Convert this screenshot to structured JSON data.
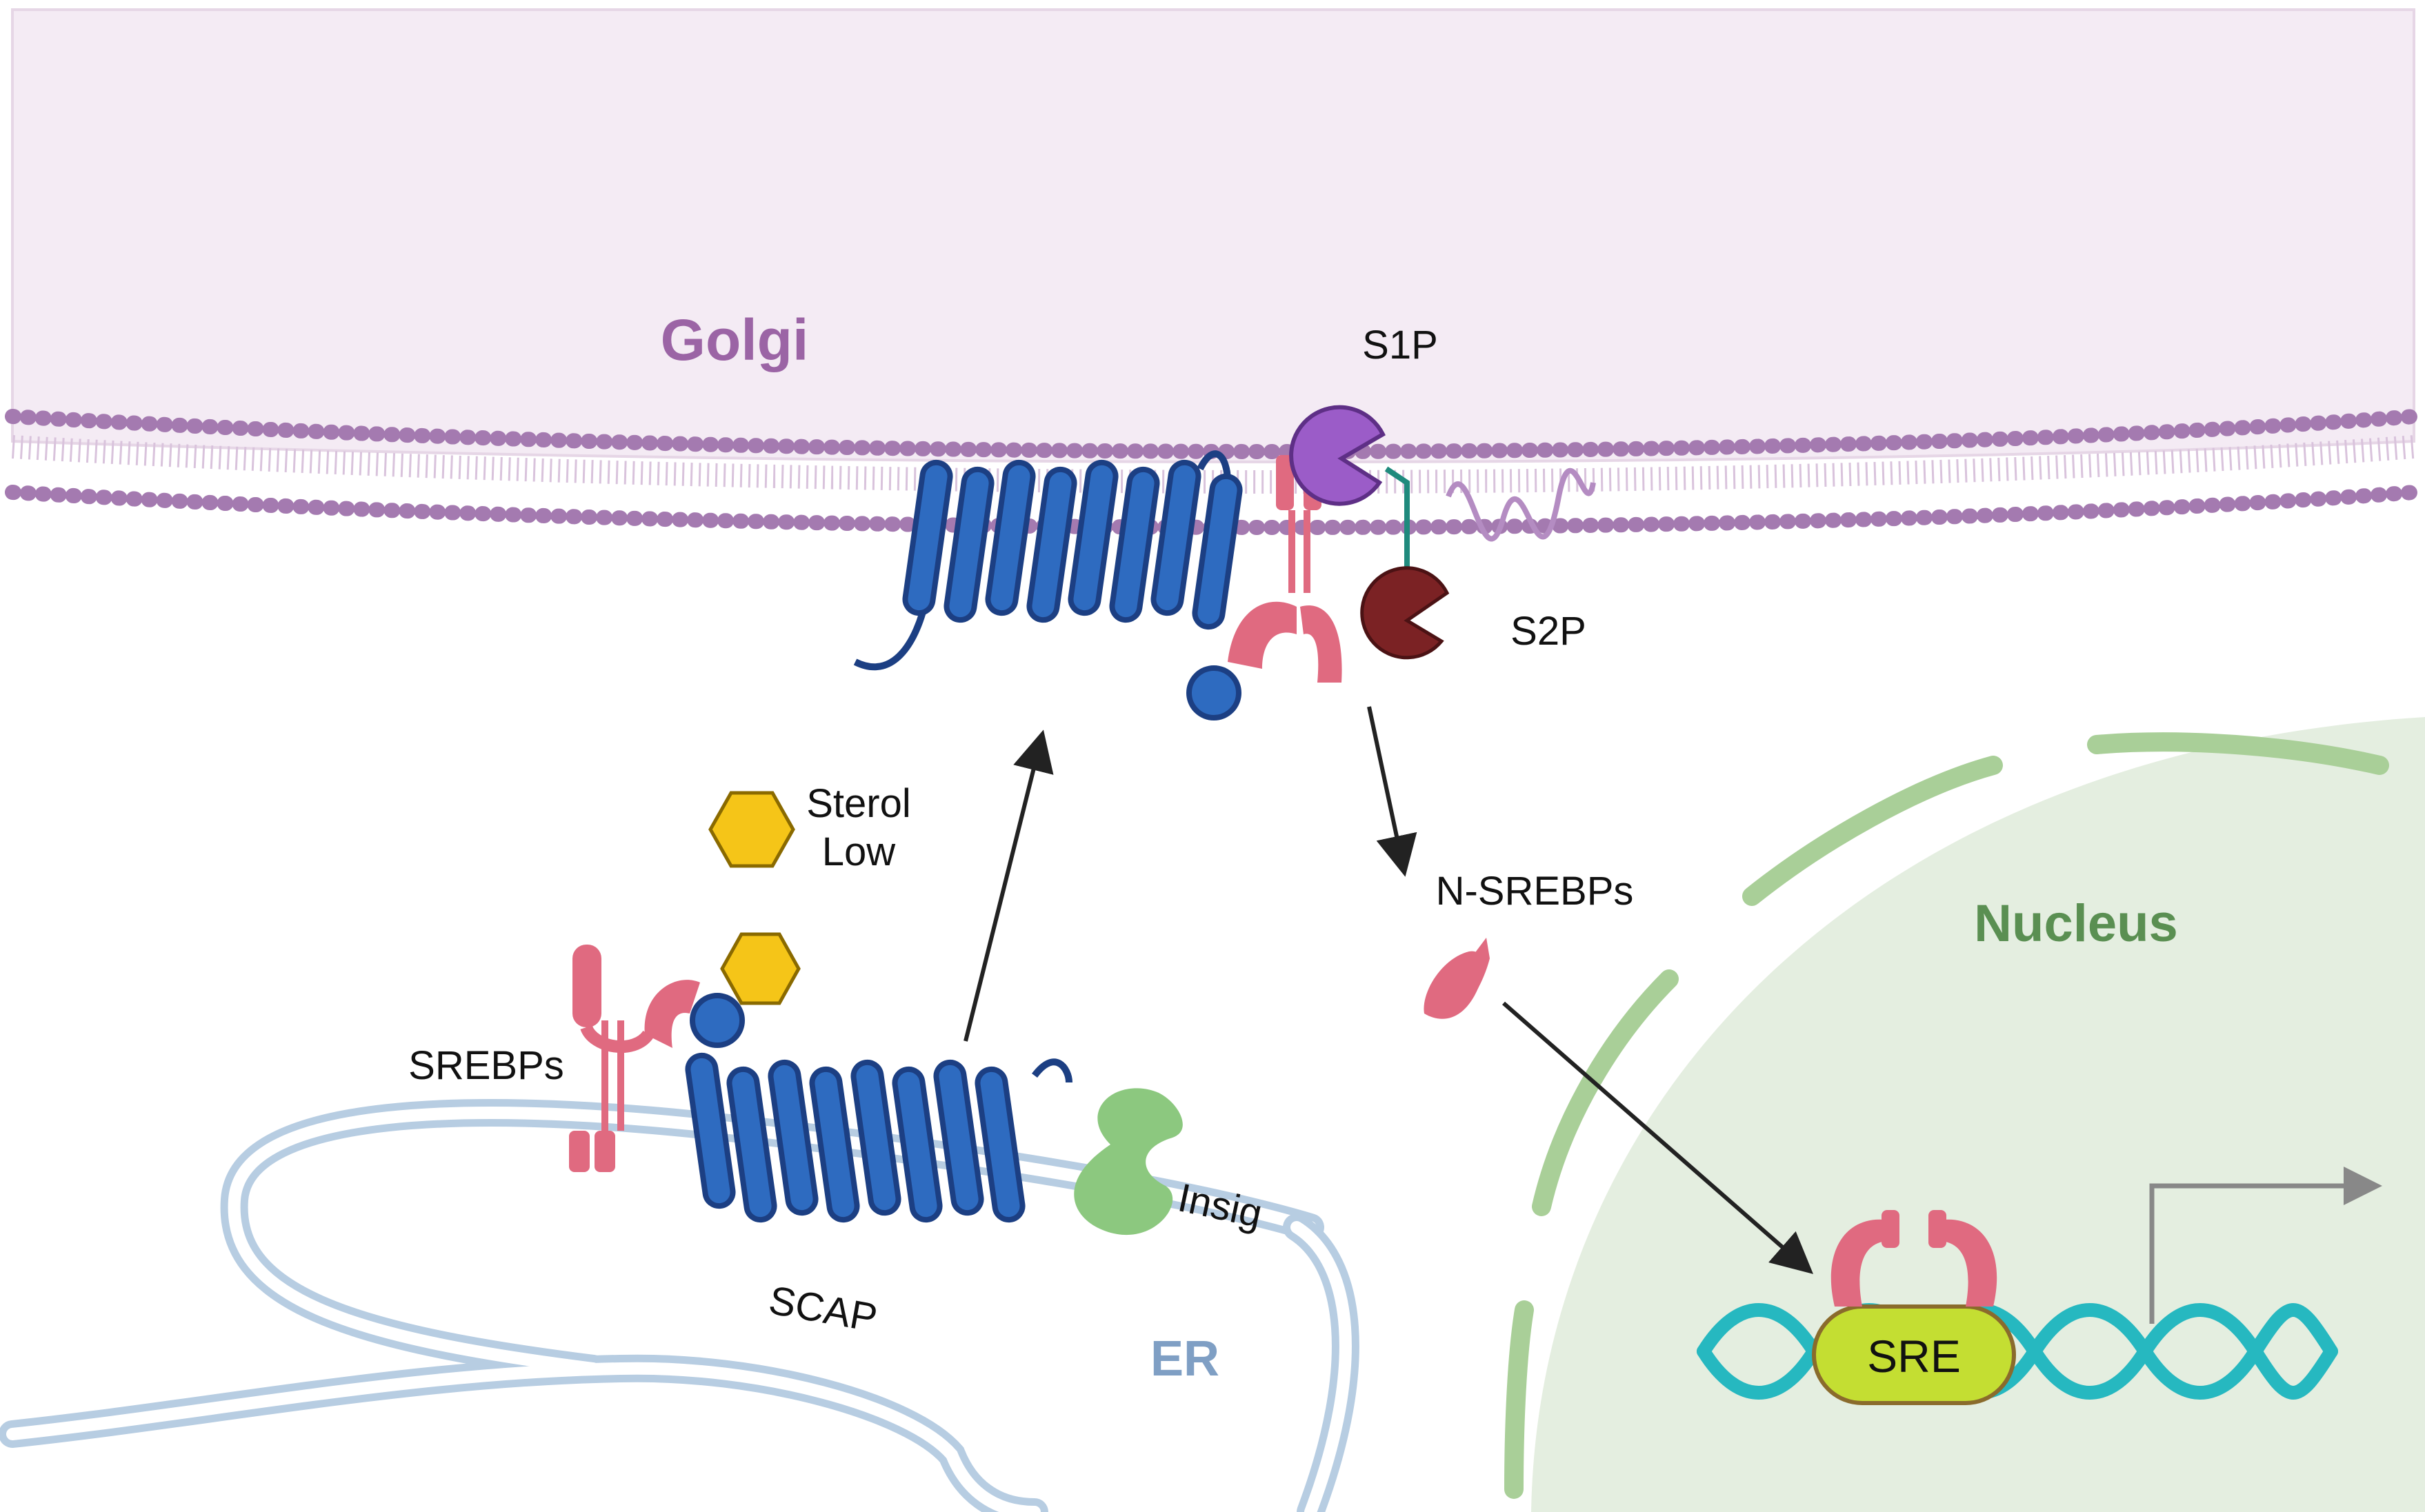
{
  "labels": {
    "golgi": "Golgi",
    "s1p": "S1P",
    "s2p": "S2P",
    "sterol_line1": "Sterol",
    "sterol_line2": "Low",
    "n_srebps": "N-SREBPs",
    "nucleus": "Nucleus",
    "srebps": "SREBPs",
    "insig": "Insig",
    "scap": "SCAP",
    "er": "ER",
    "sre": "SRE"
  },
  "colors": {
    "golgi_fill": "#f4ebf4",
    "golgi_text": "#9b64a5",
    "membrane_head": "#a47ab0",
    "scap_blue": "#2e6bc0",
    "scap_dark": "#1c3f83",
    "srebp_pink": "#e06a80",
    "s1p_purple": "#9b5cc8",
    "s2p_maroon": "#7b2224",
    "sterol_yellow": "#f5c518",
    "insig_green": "#8cc87f",
    "nucleus_fill": "#e4eee0",
    "nucleus_text": "#5a8f52",
    "nuclear_envelope": "#a9cf98",
    "er_stroke": "#b7cde2",
    "er_text": "#7f9fc4",
    "dna_teal": "#26b8c0",
    "sre_lime": "#c4de32",
    "arrow_gray": "#888888"
  }
}
